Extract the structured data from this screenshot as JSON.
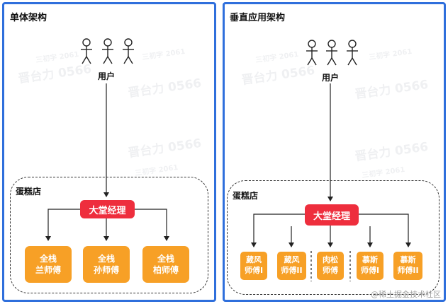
{
  "left": {
    "title": "单体架构",
    "user_label": "用户",
    "store_label": "蛋糕店",
    "manager": "大堂经理",
    "workers": [
      {
        "line1": "全栈",
        "line2": "兰师傅"
      },
      {
        "line1": "全栈",
        "line2": "孙师傅"
      },
      {
        "line1": "全栈",
        "line2": "柏师傅"
      }
    ]
  },
  "right": {
    "title": "垂直应用架构",
    "user_label": "用户",
    "store_label": "蛋糕店",
    "manager": "大堂经理",
    "workers": [
      {
        "line1": "葳风",
        "line2": "师傅I"
      },
      {
        "line1": "葳风",
        "line2": "师傅II"
      },
      {
        "line1": "肉松",
        "line2": "师傅"
      },
      {
        "line1": "慕斯",
        "line2": "师傅I"
      },
      {
        "line1": "慕斯",
        "line2": "师傅II"
      }
    ]
  },
  "watermarks": {
    "big": "晋台力 0566",
    "small": "三初字 2061"
  },
  "footer": "@稀土掘金技术社区",
  "colors": {
    "panel_border": "#2f6fdc",
    "manager_bg": "#ee2e3d",
    "worker_bg": "#f7a026"
  }
}
